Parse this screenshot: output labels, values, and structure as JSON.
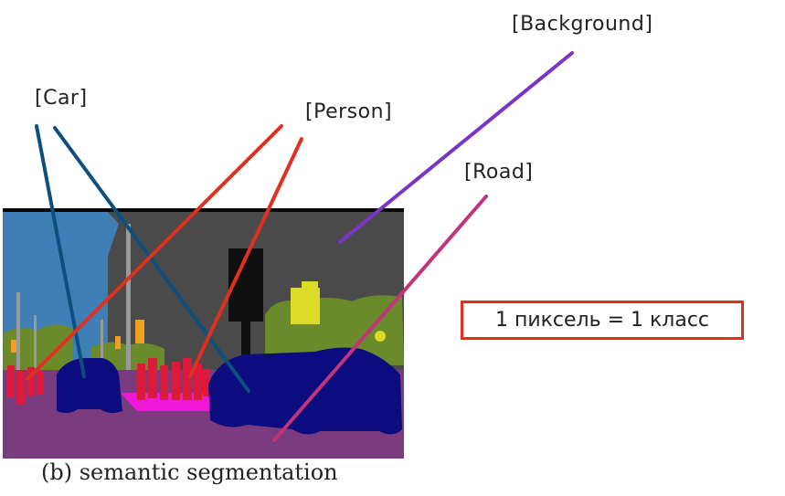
{
  "labels": {
    "car": "[Car]",
    "person": "[Person]",
    "background": "[Background]",
    "road": "[Road]"
  },
  "caption": "(b) semantic segmentation",
  "note": "1 пиксель = 1 класс",
  "colors": {
    "car_line": "#0d4f7e",
    "person_line": "#e03020",
    "background_line": "#7b35c4",
    "road_line": "#c0357a",
    "note_border": "#e03020",
    "seg_sky": "#3f7fb5",
    "seg_background": "#4a4a4a",
    "seg_road": "#7a3c7e",
    "seg_sidewalk": "#f018d8",
    "seg_vegetation": "#6b8a2c",
    "seg_car": "#0c0c7e",
    "seg_person": "#dc1a3c",
    "seg_pole": "#9a9a9a",
    "seg_traffic_light": "#f0a020",
    "seg_sign": "#dcdc28"
  }
}
